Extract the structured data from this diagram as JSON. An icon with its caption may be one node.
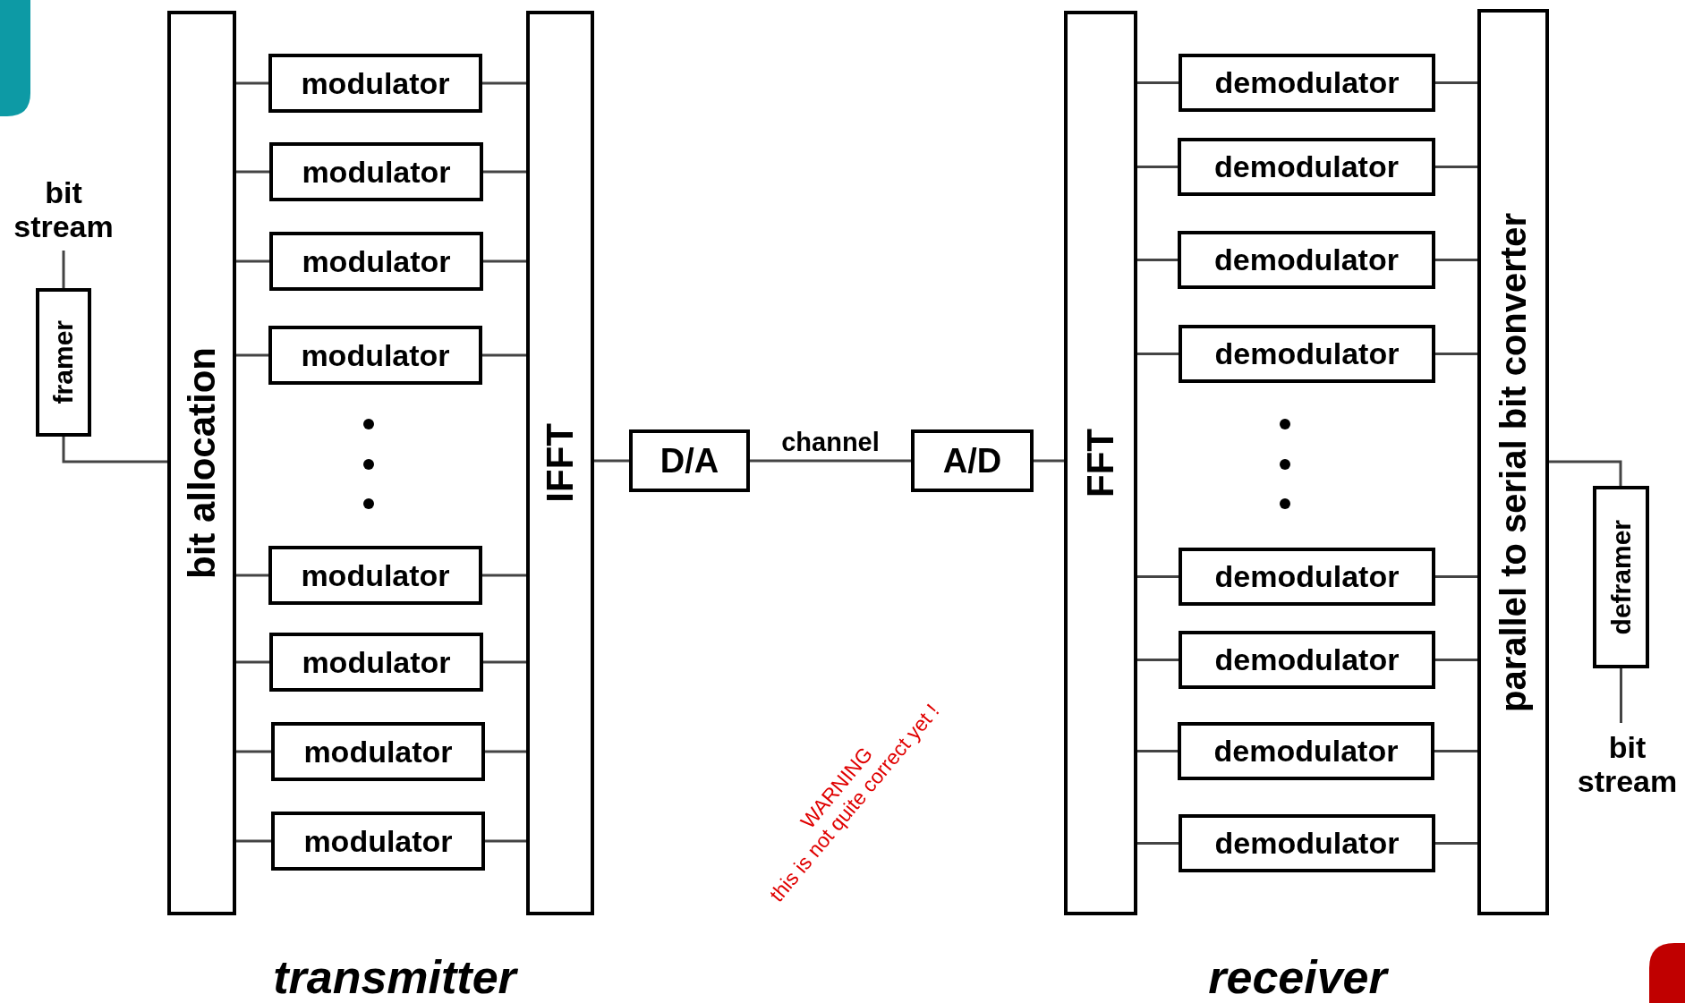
{
  "diagram": {
    "nodes": [
      {
        "text": [
          "bit stream"
        ]
      },
      {
        "text": [
          "framer"
        ]
      },
      {
        "text": [
          "bit allocation"
        ]
      },
      {
        "text": [
          "modulator"
        ]
      },
      {
        "text": [
          "modulator"
        ]
      },
      {
        "text": [
          "modulator"
        ]
      },
      {
        "text": [
          "modulator"
        ]
      },
      {
        "text": [
          "modulator"
        ]
      },
      {
        "text": [
          "modulator"
        ]
      },
      {
        "text": [
          "modulator"
        ]
      },
      {
        "text": [
          "modulator"
        ]
      },
      {
        "text": [
          "IFFT"
        ]
      },
      {
        "text": [
          "D/A"
        ]
      },
      {
        "text": [
          "A/D"
        ]
      },
      {
        "text": [
          "FFT"
        ]
      },
      {
        "text": [
          "demodulator"
        ]
      },
      {
        "text": [
          "demodulator"
        ]
      },
      {
        "text": [
          "demodulator"
        ]
      },
      {
        "text": [
          "demodulator"
        ]
      },
      {
        "text": [
          "demodulator"
        ]
      },
      {
        "text": [
          "demodulator"
        ]
      },
      {
        "text": [
          "demodulator"
        ]
      },
      {
        "text": [
          "demodulator"
        ]
      },
      {
        "text": [
          "parallel to serial bit converter"
        ]
      },
      {
        "text": [
          "deframer"
        ]
      },
      {
        "text": [
          "bit stream"
        ]
      }
    ],
    "edges": [
      {
        "from": 0,
        "to": 1,
        "arrow": "none"
      },
      {
        "from": 1,
        "to": 2,
        "arrow": "none"
      },
      {
        "from": 2,
        "to": 3,
        "arrow": "none"
      },
      {
        "from": 2,
        "to": 4,
        "arrow": "none"
      },
      {
        "from": 2,
        "to": 5,
        "arrow": "none"
      },
      {
        "from": 2,
        "to": 6,
        "arrow": "none"
      },
      {
        "from": 2,
        "to": 7,
        "arrow": "none"
      },
      {
        "from": 2,
        "to": 8,
        "arrow": "none"
      },
      {
        "from": 2,
        "to": 9,
        "arrow": "none"
      },
      {
        "from": 2,
        "to": 10,
        "arrow": "none"
      },
      {
        "from": 3,
        "to": 11,
        "arrow": "none"
      },
      {
        "from": 4,
        "to": 11,
        "arrow": "none"
      },
      {
        "from": 5,
        "to": 11,
        "arrow": "none"
      },
      {
        "from": 6,
        "to": 11,
        "arrow": "none"
      },
      {
        "from": 7,
        "to": 11,
        "arrow": "none"
      },
      {
        "from": 8,
        "to": 11,
        "arrow": "none"
      },
      {
        "from": 9,
        "to": 11,
        "arrow": "none"
      },
      {
        "from": 10,
        "to": 11,
        "arrow": "none"
      },
      {
        "from": 11,
        "to": 12,
        "arrow": "none"
      },
      {
        "from": 12,
        "to": 13,
        "arrow": "none",
        "label": "channel"
      },
      {
        "from": 13,
        "to": 14,
        "arrow": "none"
      },
      {
        "from": 14,
        "to": 15,
        "arrow": "none"
      },
      {
        "from": 14,
        "to": 16,
        "arrow": "none"
      },
      {
        "from": 14,
        "to": 17,
        "arrow": "none"
      },
      {
        "from": 14,
        "to": 18,
        "arrow": "none"
      },
      {
        "from": 14,
        "to": 19,
        "arrow": "none"
      },
      {
        "from": 14,
        "to": 20,
        "arrow": "none"
      },
      {
        "from": 14,
        "to": 21,
        "arrow": "none"
      },
      {
        "from": 14,
        "to": 22,
        "arrow": "none"
      },
      {
        "from": 15,
        "to": 23,
        "arrow": "none"
      },
      {
        "from": 16,
        "to": 23,
        "arrow": "none"
      },
      {
        "from": 17,
        "to": 23,
        "arrow": "none"
      },
      {
        "from": 18,
        "to": 23,
        "arrow": "none"
      },
      {
        "from": 19,
        "to": 23,
        "arrow": "none"
      },
      {
        "from": 20,
        "to": 23,
        "arrow": "none"
      },
      {
        "from": 21,
        "to": 23,
        "arrow": "none"
      },
      {
        "from": 22,
        "to": 23,
        "arrow": "none"
      },
      {
        "from": 23,
        "to": 24,
        "arrow": "none"
      },
      {
        "from": 24,
        "to": 25,
        "arrow": "none"
      }
    ],
    "labels": [
      "transmitter",
      "receiver",
      "WARNING",
      "this is not quite correct yet !"
    ]
  }
}
